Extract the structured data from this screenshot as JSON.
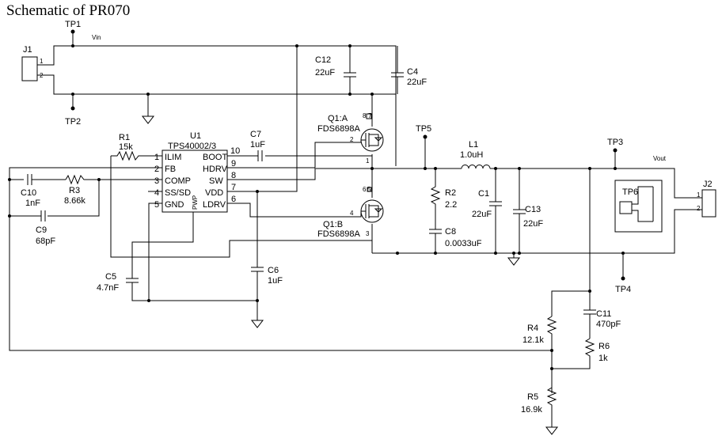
{
  "title": "Schematic of PR070",
  "nets": {
    "vin": "Vin",
    "vout": "Vout"
  },
  "connectors": {
    "j1": {
      "ref": "J1",
      "pin1": "1",
      "pin2": "2"
    },
    "j2": {
      "ref": "J2",
      "pin1": "1",
      "pin2": "2"
    }
  },
  "test_points": {
    "tp1": "TP1",
    "tp2": "TP2",
    "tp3": "TP3",
    "tp4": "TP4",
    "tp5": "TP5",
    "tp6": "TP6"
  },
  "ic": {
    "ref": "U1",
    "part": "TPS40002/3",
    "pwp": "PWP",
    "pins_left": [
      {
        "num": "1",
        "name": "ILIM"
      },
      {
        "num": "2",
        "name": "FB"
      },
      {
        "num": "3",
        "name": "COMP"
      },
      {
        "num": "4",
        "name": "SS/SD"
      },
      {
        "num": "5",
        "name": "GND"
      }
    ],
    "pins_right": [
      {
        "num": "10",
        "name": "BOOT"
      },
      {
        "num": "9",
        "name": "HDRV"
      },
      {
        "num": "8",
        "name": "SW"
      },
      {
        "num": "7",
        "name": "VDD"
      },
      {
        "num": "6",
        "name": "LDRV"
      }
    ]
  },
  "mosfets": {
    "q1a": {
      "ref": "Q1:A",
      "part": "FDS6898A",
      "pin_top": "8",
      "pin_top2": "7",
      "pin_gate": "2",
      "pin_src": "1"
    },
    "q1b": {
      "ref": "Q1:B",
      "part": "FDS6898A",
      "pin_top": "6",
      "pin_top2": "5",
      "pin_gate": "4",
      "pin_src": "3"
    }
  },
  "capacitors": {
    "c1": {
      "ref": "C1",
      "value": "22uF"
    },
    "c4": {
      "ref": "C4",
      "value": "22uF"
    },
    "c5": {
      "ref": "C5",
      "value": "4.7nF"
    },
    "c6": {
      "ref": "C6",
      "value": "1uF"
    },
    "c7": {
      "ref": "C7",
      "value": "1uF"
    },
    "c8": {
      "ref": "C8",
      "value": "0.0033uF"
    },
    "c9": {
      "ref": "C9",
      "value": "68pF"
    },
    "c10": {
      "ref": "C10",
      "value": "1nF"
    },
    "c11": {
      "ref": "C11",
      "value": "470pF"
    },
    "c12": {
      "ref": "C12",
      "value": "22uF"
    },
    "c13": {
      "ref": "C13",
      "value": "22uF"
    }
  },
  "resistors": {
    "r1": {
      "ref": "R1",
      "value": "15k"
    },
    "r2": {
      "ref": "R2",
      "value": "2.2"
    },
    "r3": {
      "ref": "R3",
      "value": "8.66k"
    },
    "r4": {
      "ref": "R4",
      "value": "12.1k"
    },
    "r5": {
      "ref": "R5",
      "value": "16.9k"
    },
    "r6": {
      "ref": "R6",
      "value": "1k"
    }
  },
  "inductors": {
    "l1": {
      "ref": "L1",
      "value": "1.0uH"
    }
  }
}
